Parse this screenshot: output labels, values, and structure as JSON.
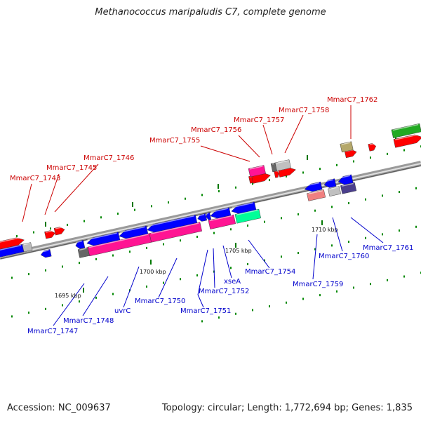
{
  "title": "Methanococcus maripaludis C7, complete genome",
  "footer": {
    "accession": "Accession: NC_009637",
    "summary": "Topology: circular; Length: 1,772,694 bp; Genes: 1,835"
  },
  "colors": {
    "upper_label": "#cc0000",
    "lower_label": "#0000cc",
    "cds_forward": "#ff0000",
    "cds_reverse": "#0000ff",
    "backbone": "#888888",
    "tick": "#007700"
  },
  "ticks": {
    "kbp_labels": [
      "1695 kbp",
      "1700 kbp",
      "1705 kbp",
      "1710 kbp"
    ]
  },
  "upper_labels": [
    "MmarC7_1743",
    "MmarC7_1745",
    "MmarC7_1746",
    "MmarC7_1755",
    "MmarC7_1756",
    "MmarC7_1757",
    "MmarC7_1758",
    "MmarC7_1762"
  ],
  "lower_labels": [
    "MmarC7_1747",
    "MmarC7_1748",
    "uvrC",
    "MmarC7_1750",
    "MmarC7_1751",
    "MmarC7_1752",
    "xseA",
    "MmarC7_1754",
    "MmarC7_1759",
    "MmarC7_1760",
    "MmarC7_1761"
  ]
}
